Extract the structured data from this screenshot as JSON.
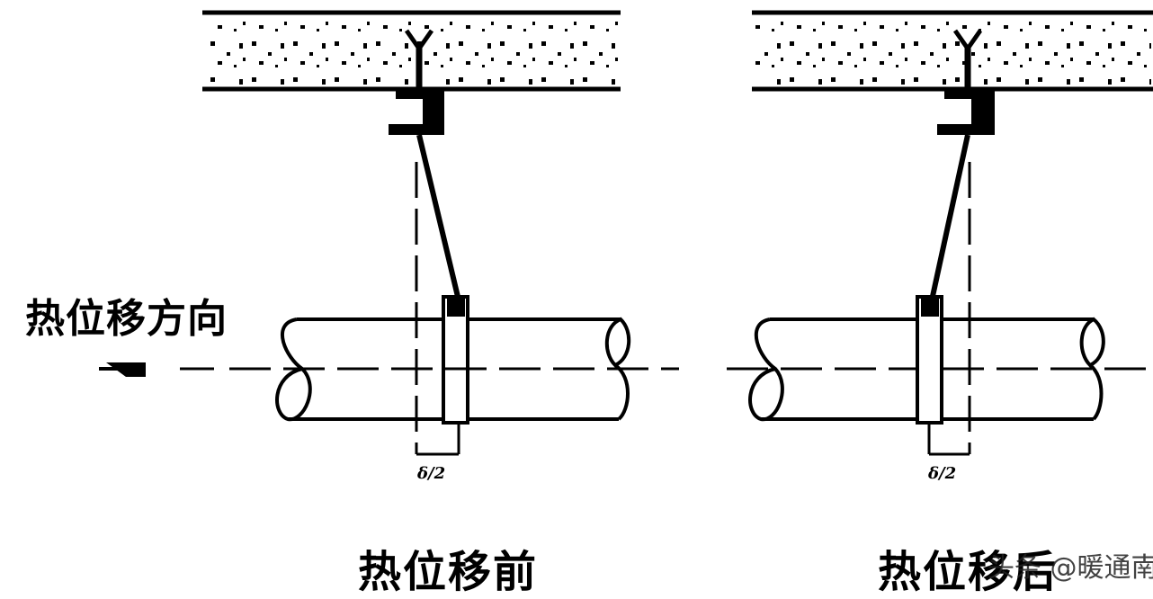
{
  "labels": {
    "direction": "热位移方向",
    "before": "热位移前",
    "after": "热位移后",
    "watermark": "头条 @暖通南社",
    "dim_before": "δ/2",
    "dim_after": "δ/2"
  },
  "colors": {
    "ink": "#000000",
    "background": "#ffffff"
  },
  "icons": [
    "arrow-left-icon"
  ]
}
